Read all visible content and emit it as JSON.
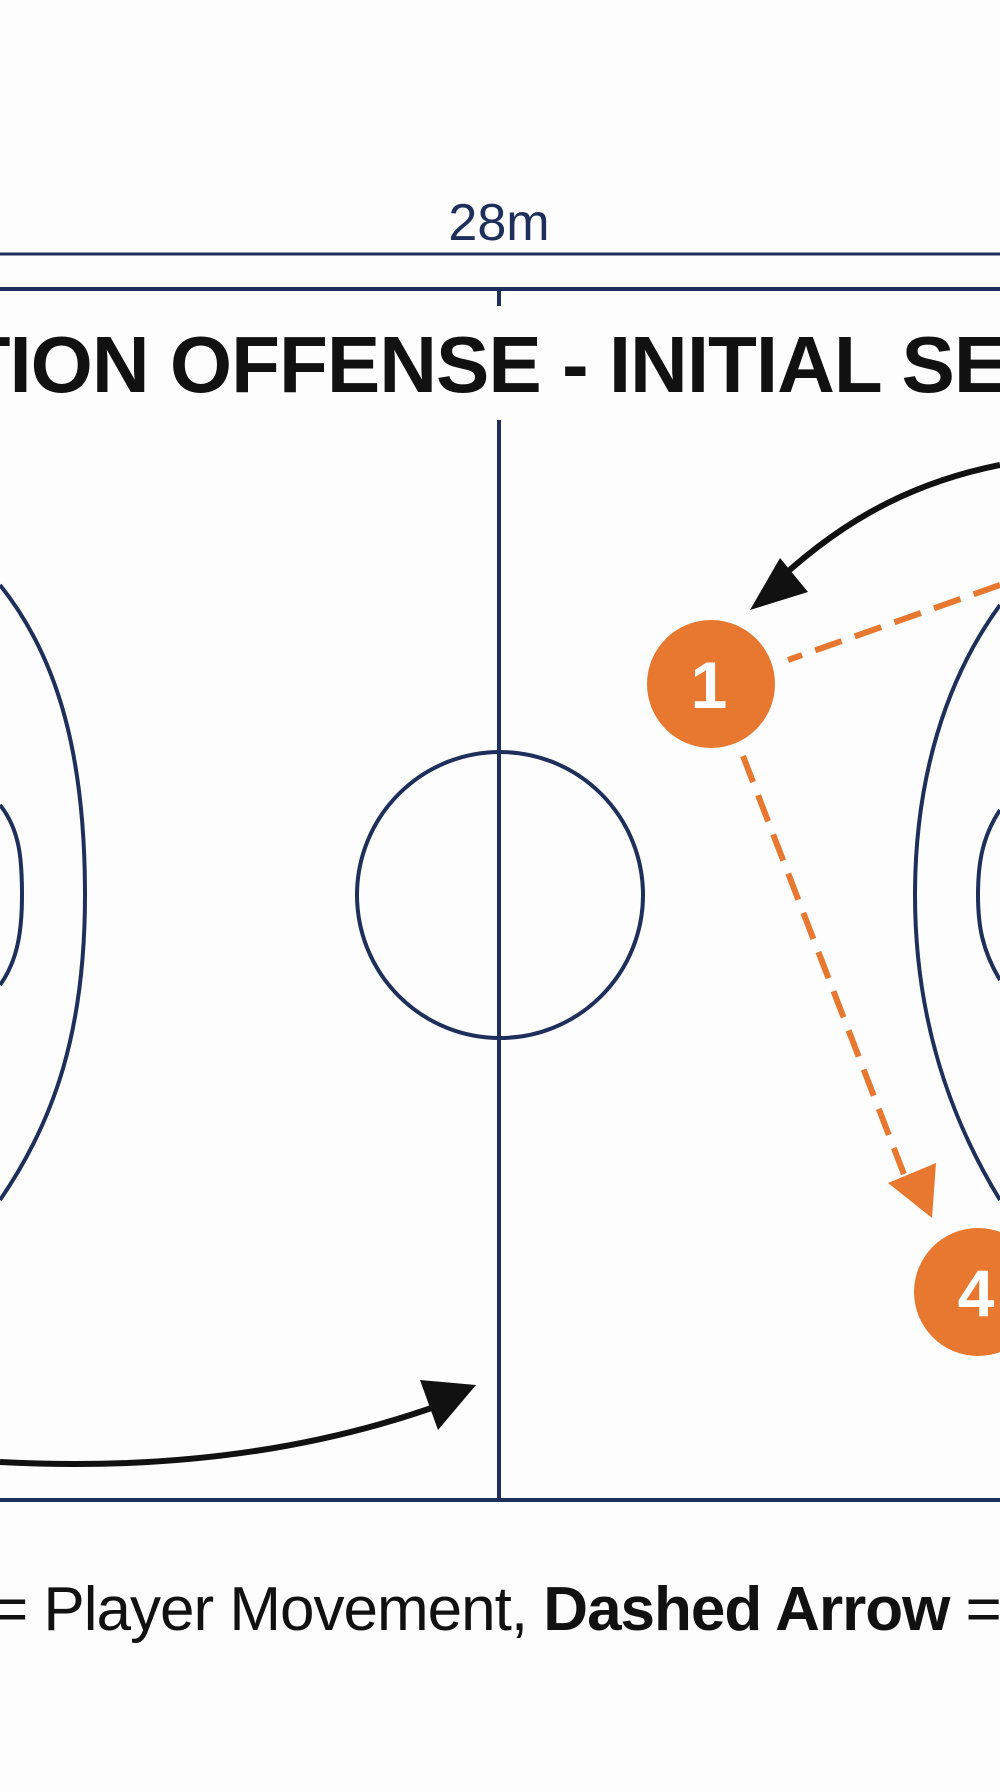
{
  "diagram": {
    "dimension_label": "28m",
    "title": "MOTION OFFENSE - INITIAL SETUP",
    "legend": {
      "part1": "= Player Movement, ",
      "part2": "Dashed Arrow",
      "part3": " = Ba"
    },
    "players": [
      {
        "number": "1"
      },
      {
        "number": "4"
      }
    ],
    "colors": {
      "court_lines": "#1e2f5c",
      "player_fill": "#e8782f",
      "pass_arrow": "#e8782f",
      "movement_arrow": "#111111"
    }
  }
}
